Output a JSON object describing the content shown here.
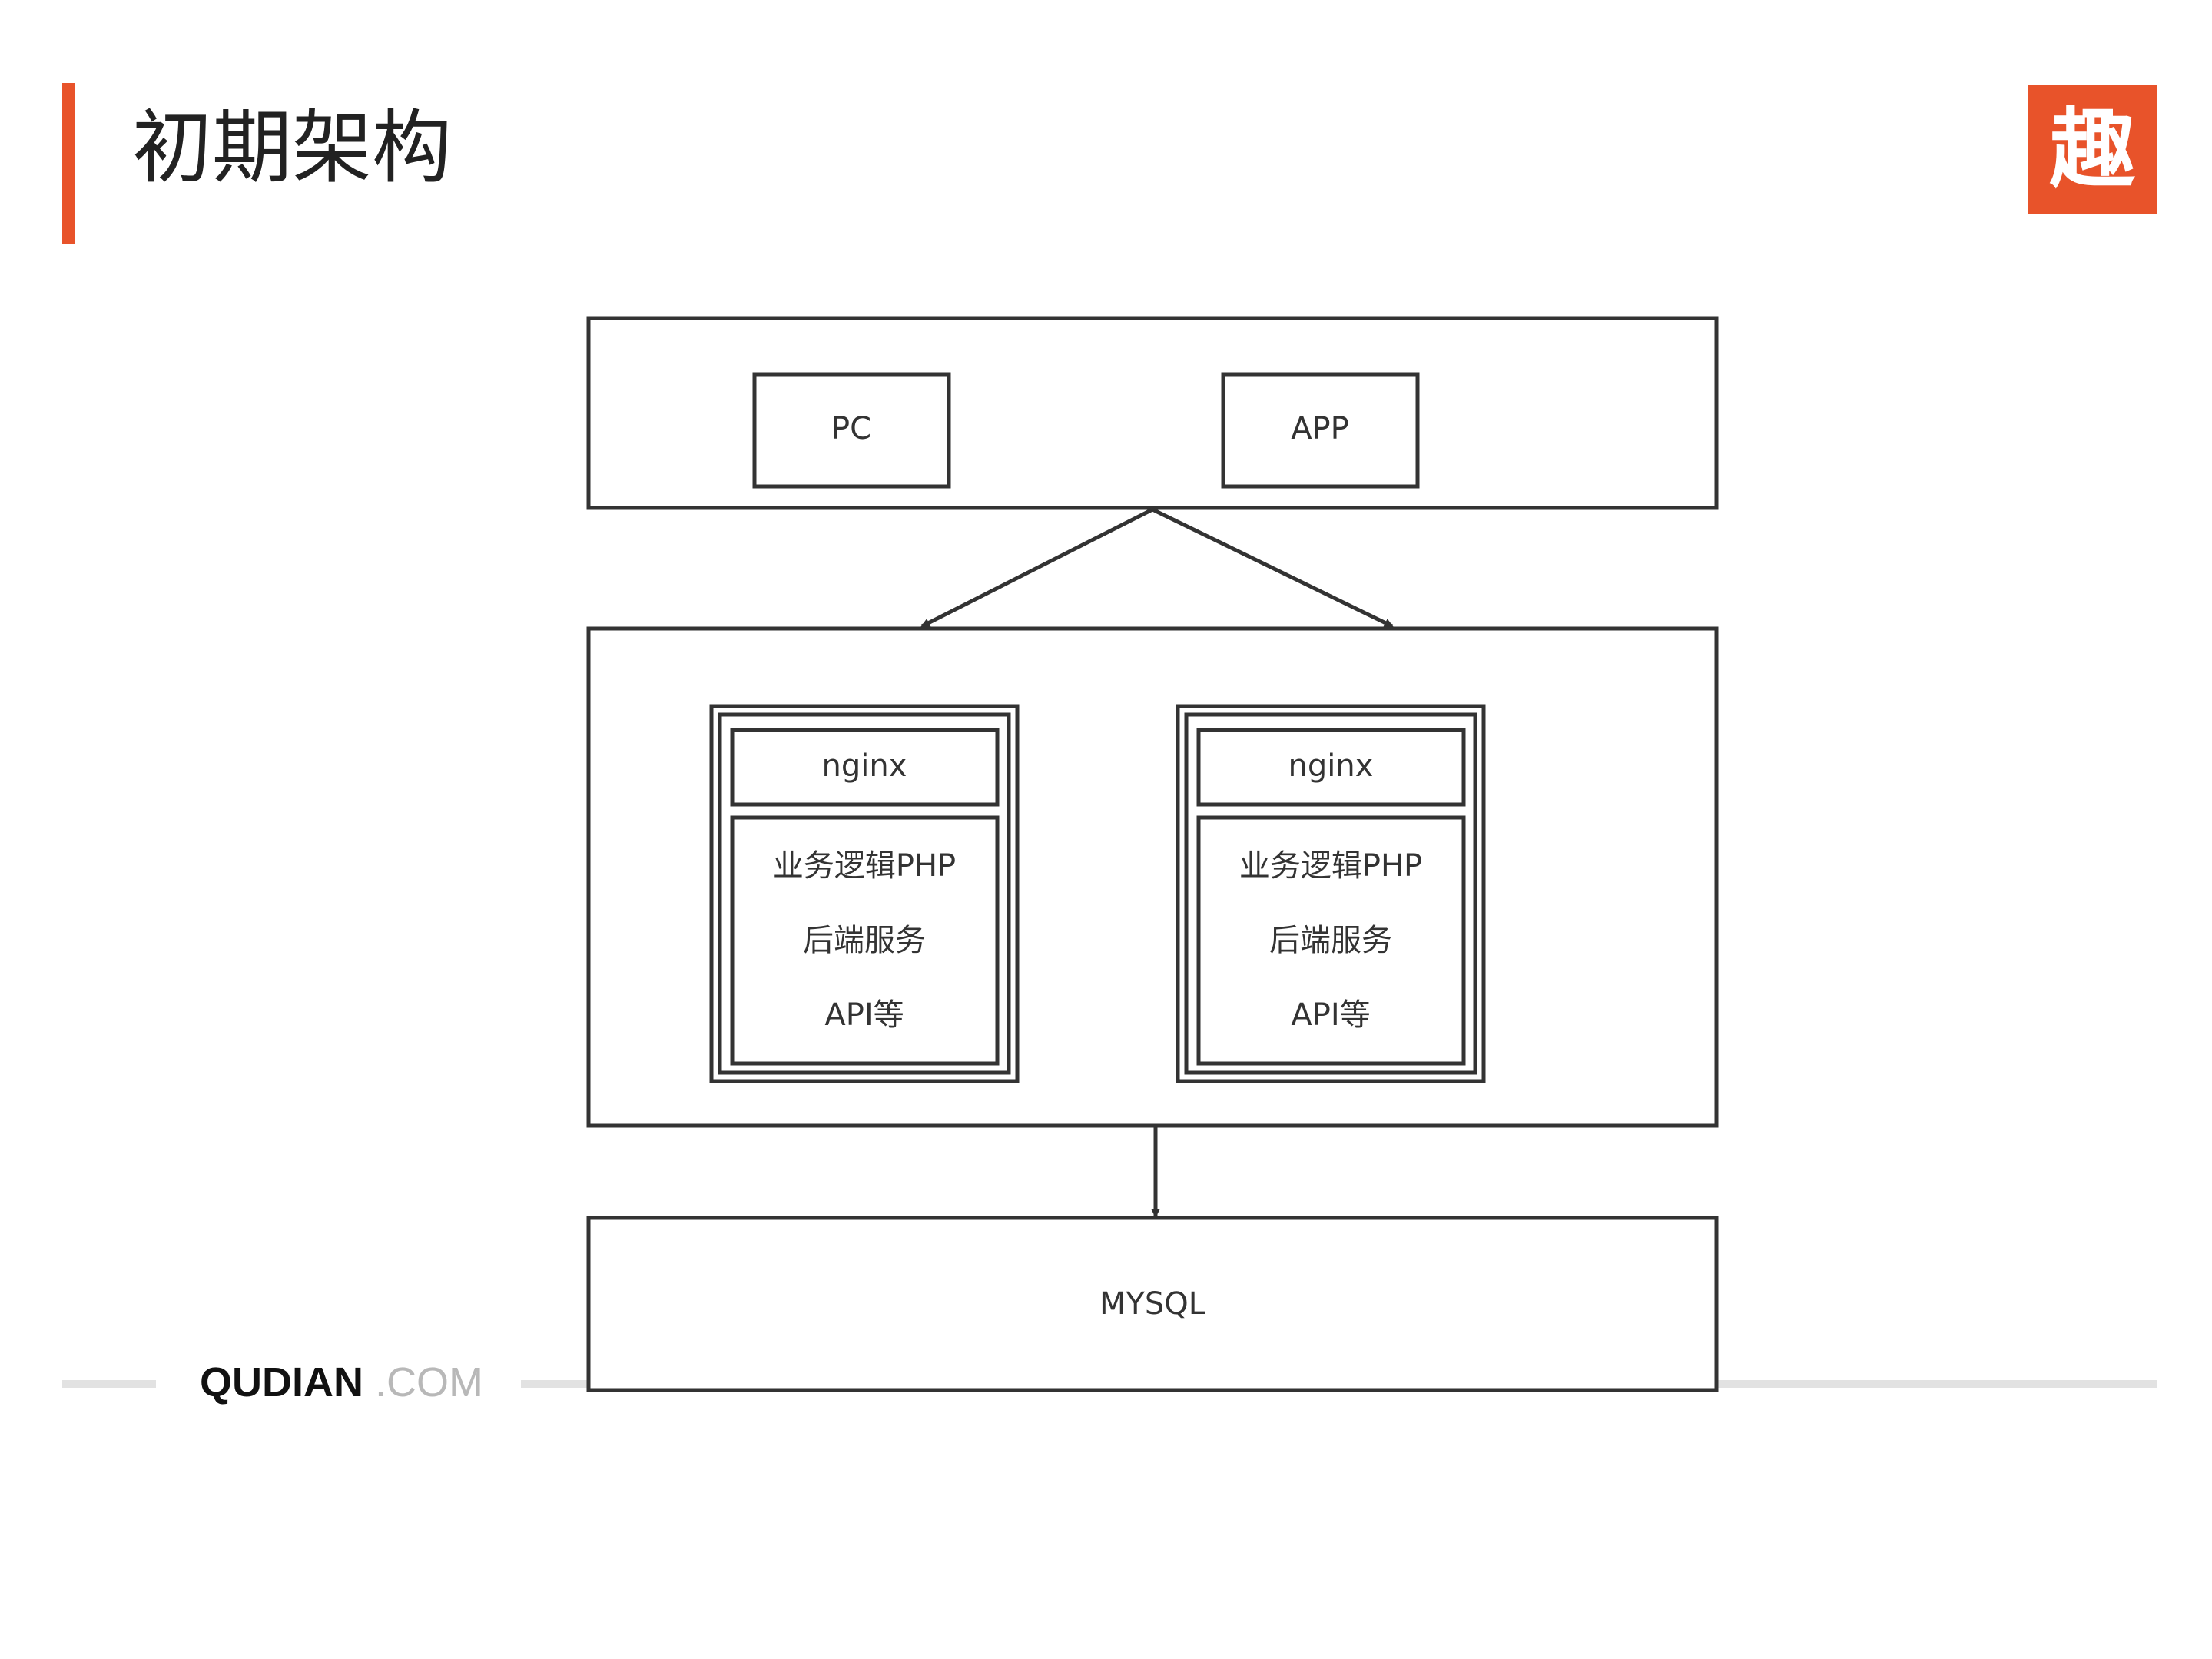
{
  "title": "初期架构",
  "logo_char": "趣",
  "footer": {
    "brand": "QUDIAN",
    "domain": ".COM"
  },
  "diagram": {
    "clients": [
      "PC",
      "APP"
    ],
    "servers": [
      {
        "proxy": "nginx",
        "lines": [
          "业务逻辑PHP",
          "后端服务",
          "API等"
        ]
      },
      {
        "proxy": "nginx",
        "lines": [
          "业务逻辑PHP",
          "后端服务",
          "API等"
        ]
      }
    ],
    "database": "MYSQL"
  },
  "colors": {
    "accent": "#e8532a",
    "line": "#333333",
    "footer_line": "#e2e2e2"
  }
}
